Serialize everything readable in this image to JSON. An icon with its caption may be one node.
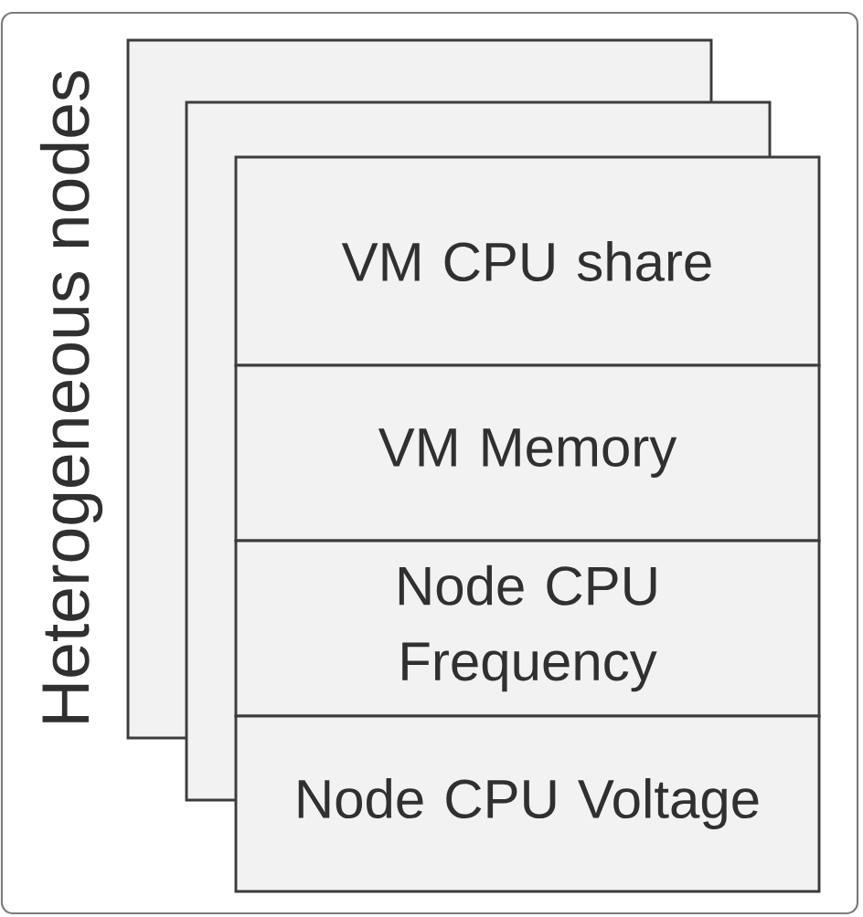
{
  "diagram": {
    "nodes": [
      {
        "text": [
          "Heterogeneous nodes"
        ]
      },
      {
        "text": [],
        "shape": "box",
        "in": 0
      },
      {
        "text": [],
        "shape": "box",
        "in": 0
      },
      {
        "text": [
          "VM CPU share"
        ],
        "in": 0
      },
      {
        "text": [
          "VM Memory"
        ],
        "in": 0
      },
      {
        "text": [
          "Node CPU Frequency"
        ],
        "in": 0
      },
      {
        "text": [
          "Node CPU Voltage"
        ],
        "in": 0
      }
    ]
  }
}
